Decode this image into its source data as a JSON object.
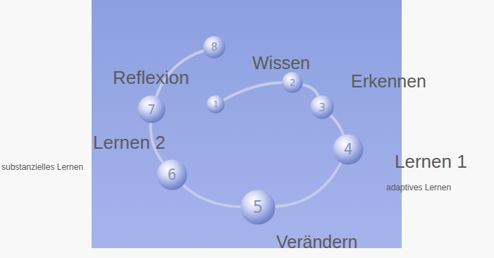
{
  "diagram": {
    "nodes": [
      {
        "text": [
          "1"
        ]
      },
      {
        "text": [
          "2"
        ]
      },
      {
        "text": [
          "3"
        ]
      },
      {
        "text": [
          "4"
        ]
      },
      {
        "text": [
          "5"
        ]
      },
      {
        "text": [
          "6"
        ]
      },
      {
        "text": [
          "7"
        ]
      },
      {
        "text": [
          "8"
        ]
      }
    ],
    "edges": [
      {
        "from": 0,
        "to": 1,
        "arrow": "none"
      },
      {
        "from": 1,
        "to": 2,
        "arrow": "none"
      },
      {
        "from": 2,
        "to": 3,
        "arrow": "none"
      },
      {
        "from": 3,
        "to": 4,
        "arrow": "none"
      },
      {
        "from": 4,
        "to": 5,
        "arrow": "none"
      },
      {
        "from": 5,
        "to": 6,
        "arrow": "none"
      },
      {
        "from": 6,
        "to": 7,
        "arrow": "none"
      }
    ],
    "labels": [
      "Reflexion",
      "Wissen",
      "Erkennen",
      "Lernen 2",
      "substanzielles Lernen",
      "Lernen 1",
      "adaptives Lernen",
      "Verändern"
    ]
  }
}
